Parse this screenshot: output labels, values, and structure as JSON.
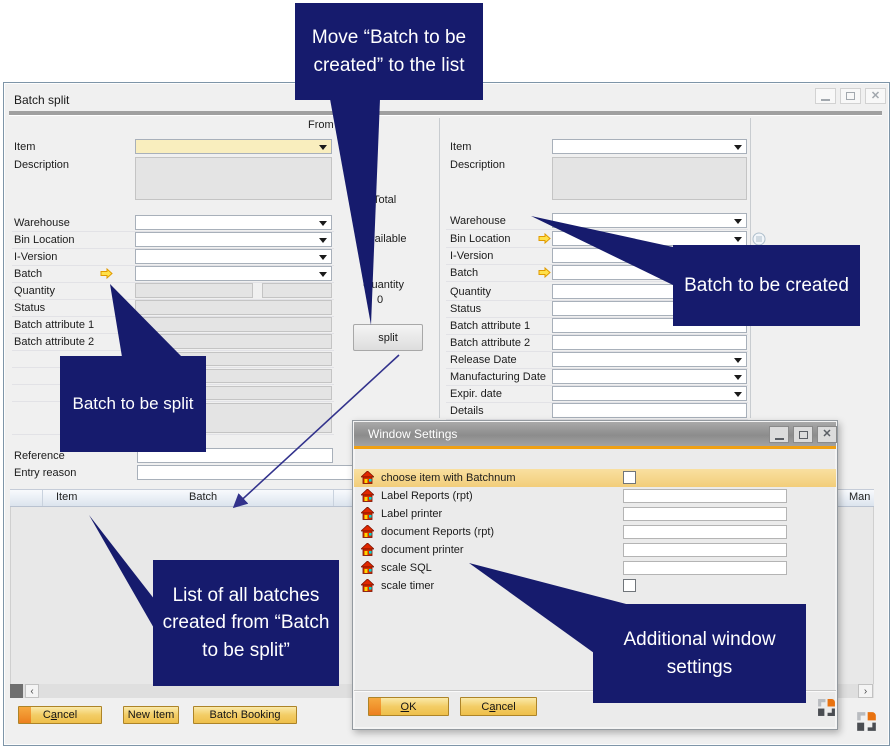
{
  "main_window": {
    "title": "Batch split",
    "controls": [
      "minimize-button",
      "maximize-button",
      "close-button"
    ]
  },
  "mid_panel": {
    "from": "From",
    "total": "Total",
    "available": "Available",
    "quantity_label": "Quantity",
    "quantity_value": "0",
    "split_button": "split"
  },
  "left_form": {
    "rows": [
      {
        "label": "Item",
        "type": "dropdown",
        "variant": "yellow"
      },
      {
        "label": "Description",
        "type": "textarea"
      },
      {
        "label": "Warehouse",
        "type": "dropdown"
      },
      {
        "label": "Bin Location",
        "type": "dropdown"
      },
      {
        "label": "I-Version",
        "type": "dropdown"
      },
      {
        "label": "Batch",
        "type": "dropdown",
        "link_arrow": true
      },
      {
        "label": "Quantity",
        "type": "qty-pair"
      },
      {
        "label": "Status",
        "type": "readonly"
      },
      {
        "label": "Batch attribute 1",
        "type": "readonly"
      },
      {
        "label": "Batch attribute 2",
        "type": "readonly"
      },
      {
        "label": "",
        "type": "readonly"
      },
      {
        "label": "",
        "type": "readonly"
      },
      {
        "label": "",
        "type": "readonly"
      },
      {
        "label": "",
        "type": "readonly-tall"
      },
      {
        "label": "Reference",
        "type": "input"
      },
      {
        "label": "Entry reason",
        "type": "input-wide"
      }
    ]
  },
  "right_form": {
    "rows": [
      {
        "label": "Item",
        "type": "dropdown"
      },
      {
        "label": "Description",
        "type": "textarea"
      },
      {
        "label": "Warehouse",
        "type": "dropdown"
      },
      {
        "label": "Bin Location",
        "type": "dropdown",
        "link_arrow": true,
        "list_icon": true
      },
      {
        "label": "I-Version",
        "type": "dropdown"
      },
      {
        "label": "Batch",
        "type": "input",
        "link_arrow": true
      },
      {
        "label": "Quantity",
        "type": "input-short"
      },
      {
        "label": "Status",
        "type": "input"
      },
      {
        "label": "Batch attribute 1",
        "type": "input"
      },
      {
        "label": "Batch attribute 2",
        "type": "input"
      },
      {
        "label": "Release Date",
        "type": "dropdown"
      },
      {
        "label": "Manufacturing Date",
        "type": "dropdown"
      },
      {
        "label": "Expir. date",
        "type": "dropdown"
      },
      {
        "label": "Details",
        "type": "input"
      }
    ]
  },
  "batch_table": {
    "headers": [
      "Item",
      "Batch",
      "Man"
    ]
  },
  "h_scrollbar": {
    "left_arrow": "‹",
    "right_arrow": "›"
  },
  "footer_buttons": [
    {
      "label": "Cancel",
      "accel": 1,
      "default": true
    },
    {
      "label": "New Item",
      "accel": -1,
      "default": false
    },
    {
      "label": "Batch Booking",
      "accel": -1,
      "default": false
    }
  ],
  "settings_dialog": {
    "title": "Window Settings",
    "rows": [
      {
        "label": "choose item with Batchnum",
        "control": "checkbox",
        "checked": false,
        "highlighted": true
      },
      {
        "label": "Label Reports (rpt)",
        "control": "input",
        "value": ""
      },
      {
        "label": "Label printer",
        "control": "input",
        "value": ""
      },
      {
        "label": "document Reports (rpt)",
        "control": "input",
        "value": ""
      },
      {
        "label": "document printer",
        "control": "input",
        "value": ""
      },
      {
        "label": "scale SQL",
        "control": "input",
        "value": ""
      },
      {
        "label": "scale timer",
        "control": "checkbox",
        "checked": false
      }
    ],
    "ok_button": {
      "label": "OK",
      "accel": 0,
      "default": true
    },
    "cancel_button": {
      "label": "Cancel",
      "accel": 1,
      "default": false
    }
  },
  "callouts": {
    "move_to_list": "Move “Batch to be created” to the list",
    "batch_to_be_created": "Batch to be created",
    "batch_to_be_split": "Batch to be split",
    "list_of_batches": "List of all batches created from “Batch to be split”",
    "additional_settings": "Additional window settings"
  },
  "colors": {
    "callout_navy": "#161b6d",
    "accent_orange": "#f0a013",
    "highlight_row": "#f5d585",
    "button_gold": "#f2c857"
  }
}
